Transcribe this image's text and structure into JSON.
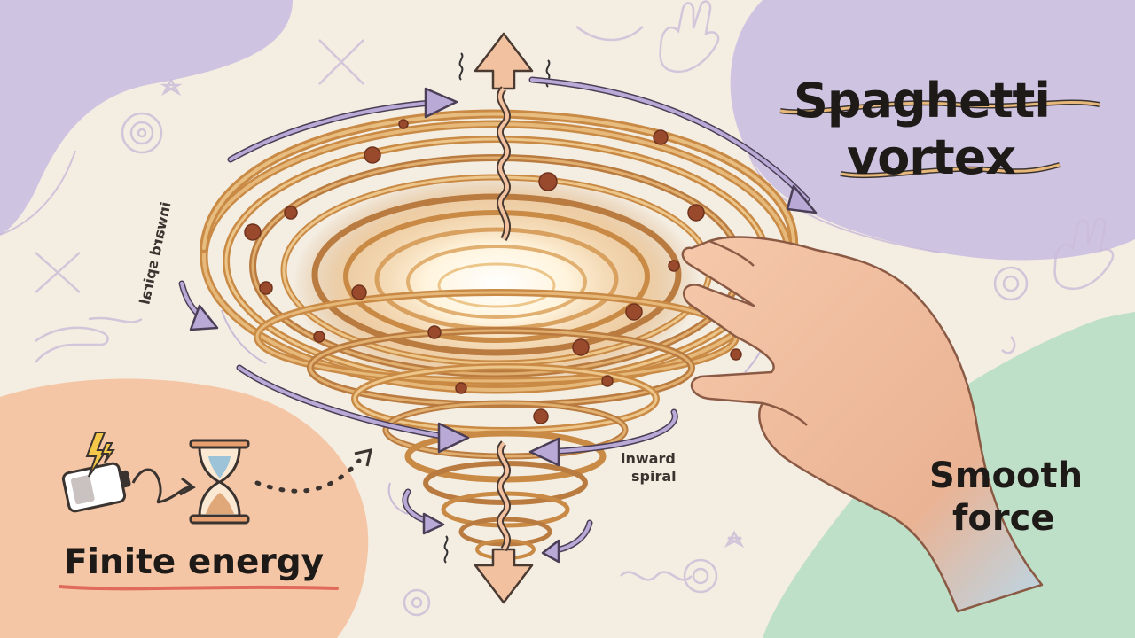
{
  "title": {
    "line1": "Spaghetti",
    "line2": "vortex"
  },
  "labels": {
    "smooth_line1": "Smooth",
    "smooth_line2": "force",
    "finite_energy": "Finite energy",
    "inward_spiral_left": "inward spiral",
    "inward_spiral_right_line1": "inward",
    "inward_spiral_right_line2": "spiral"
  },
  "colors": {
    "background": "#f4ede1",
    "lavender_blob": "#cfc3e2",
    "peach_blob": "#f4c6a6",
    "mint_blob": "#bfe0c8",
    "spaghetti": "#d8a55c",
    "sauce": "#a9532f",
    "arrow_peach": "#f2c2a0",
    "arrow_lavender": "#b9a9d6",
    "hand": "#f1c0a2",
    "ink": "#1d1a18"
  },
  "icons": [
    "battery-icon",
    "lightning-icon",
    "hourglass-icon",
    "fork-knife-icon",
    "hand-icon",
    "swirl-icon",
    "star-icon"
  ]
}
